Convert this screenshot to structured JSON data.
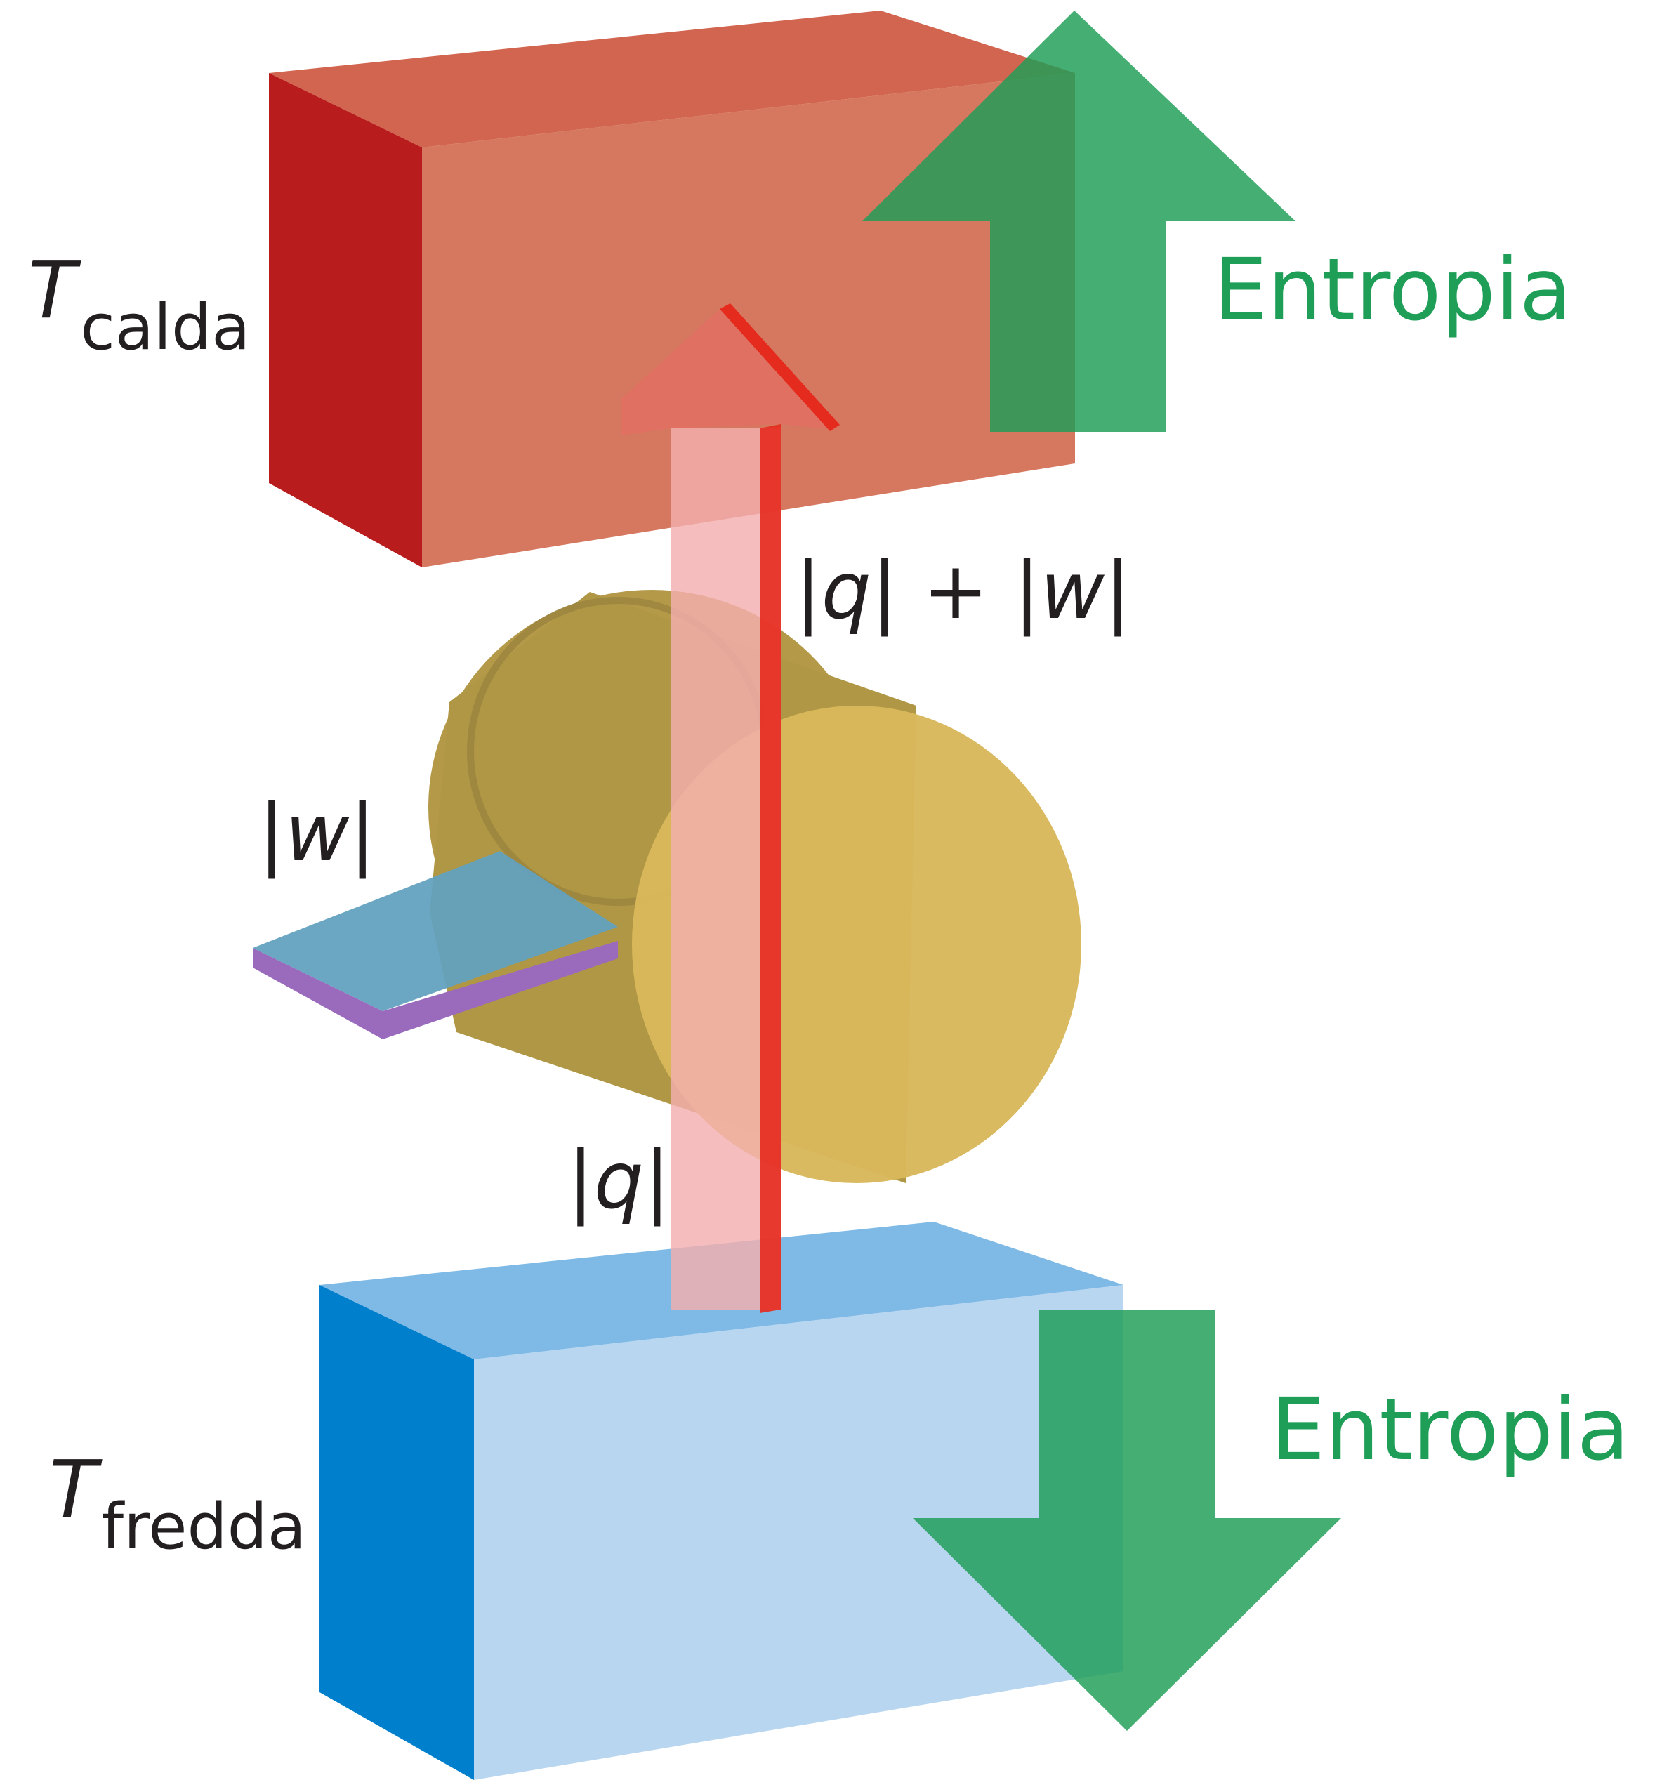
{
  "hot_reservoir": {
    "symbol": "T",
    "subscript": "calda"
  },
  "cold_reservoir": {
    "symbol": "T",
    "subscript": "fredda"
  },
  "entropy_up_label": "Entropia",
  "entropy_down_label": "Entropia",
  "heat_out_label": "|q| + |w|",
  "heat_in_label": "|q|",
  "work_label": "|w|",
  "colors": {
    "hot_front": "#d6785f",
    "hot_top": "#d1654f",
    "hot_side": "#b81c1c",
    "cold_front": "#b9d6f0",
    "cold_top": "#7fbae6",
    "cold_side": "#0080cc",
    "engine": "#d9b85b",
    "engine_body": "#b49a48",
    "entropy_green": "#1f9e57",
    "heat_flow": "#f3aeae",
    "heat_flow_edge": "#e52a1e",
    "work_plate_top": "#63a1bf",
    "work_plate_edge": "#9a6bbd"
  }
}
